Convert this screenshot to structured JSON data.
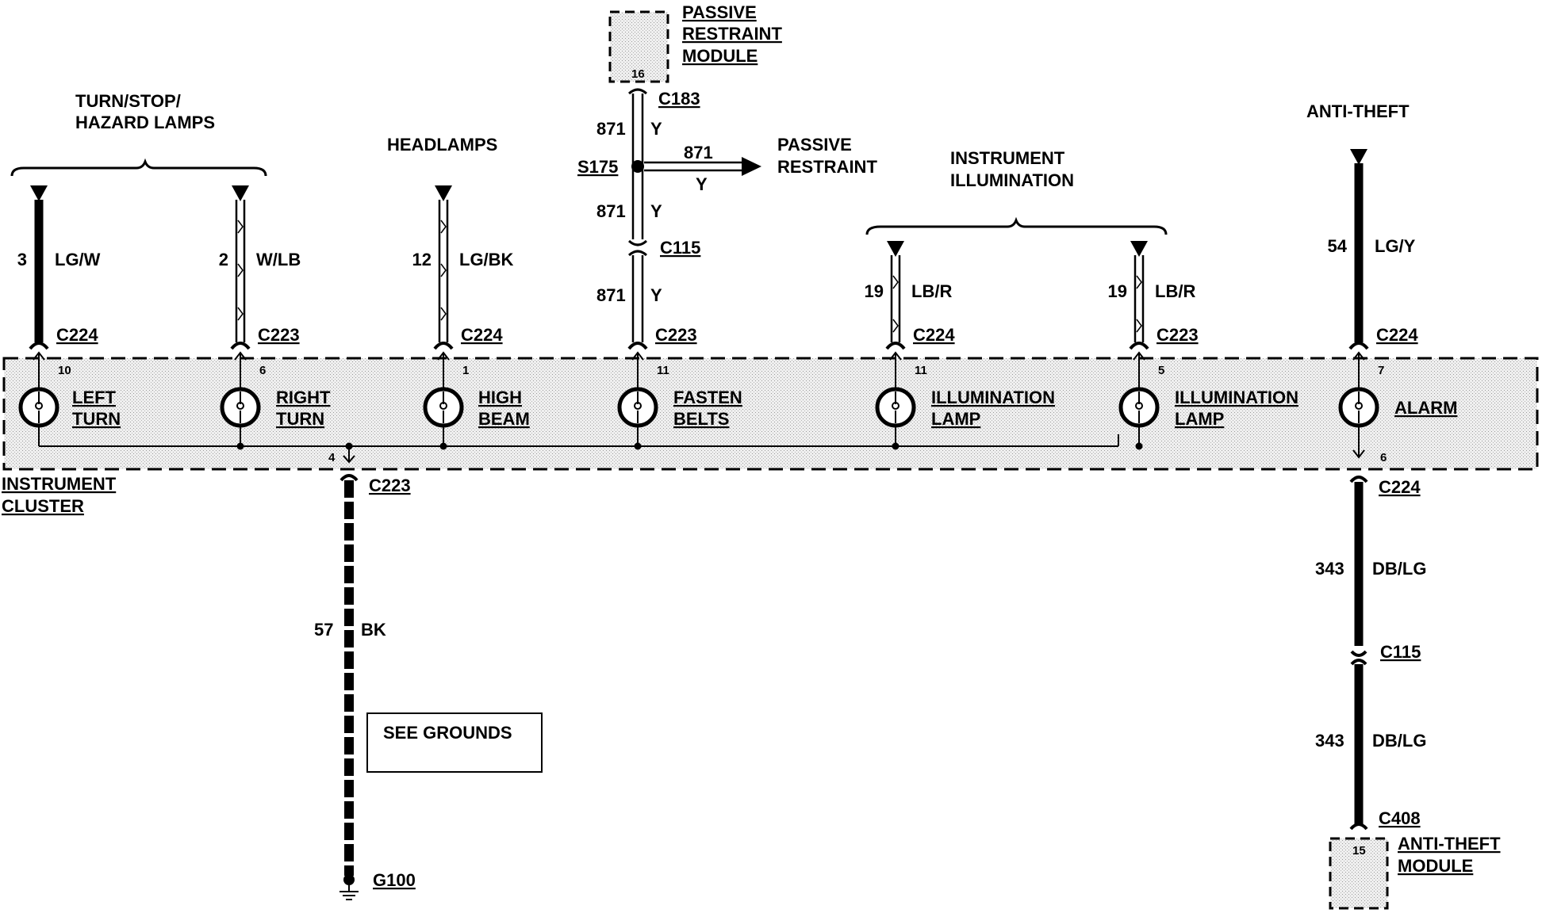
{
  "top_labels": {
    "turn_stop_hazard": [
      "TURN/STOP/",
      "HAZARD LAMPS"
    ],
    "headlamps": "HEADLAMPS",
    "instrument_illumination": [
      "INSTRUMENT",
      "ILLUMINATION"
    ],
    "anti_theft": "ANTI-THEFT",
    "passive_restraint_module": [
      "PASSIVE",
      "RESTRAINT",
      "MODULE"
    ],
    "passive_restraint": [
      "PASSIVE",
      "RESTRAINT"
    ]
  },
  "circuits": [
    {
      "num": "3",
      "color": "LG/W",
      "connector": "C224",
      "pin": "10"
    },
    {
      "num": "2",
      "color": "W/LB",
      "connector": "C223",
      "pin": "6"
    },
    {
      "num": "12",
      "color": "LG/BK",
      "connector": "C224",
      "pin": "1"
    },
    {
      "num": "871",
      "color": "Y",
      "connector": "C223",
      "pin": "11"
    },
    {
      "num": "19",
      "color": "LB/R",
      "connector": "C224",
      "pin": "11"
    },
    {
      "num": "19",
      "color": "LB/R",
      "connector": "C223",
      "pin": "5"
    },
    {
      "num": "54",
      "color": "LG/Y",
      "connector": "C224",
      "pin": "7"
    }
  ],
  "lamps": [
    [
      "LEFT",
      "TURN"
    ],
    [
      "RIGHT",
      "TURN"
    ],
    [
      "HIGH",
      "BEAM"
    ],
    [
      "FASTEN",
      "BELTS"
    ],
    [
      "ILLUMINATION",
      "LAMP"
    ],
    [
      "ILLUMINATION",
      "LAMP"
    ],
    [
      "ALARM"
    ]
  ],
  "passive": {
    "module_pin": "16",
    "c183": "C183",
    "splice": "S175",
    "c115": "C115",
    "wire_num": "871",
    "wire_color": "Y"
  },
  "cluster": [
    "INSTRUMENT",
    "CLUSTER"
  ],
  "ground": {
    "pin": "4",
    "connector": "C223",
    "num": "57",
    "color": "BK",
    "see_grounds": "SEE GROUNDS",
    "ground_id": "G100"
  },
  "anti_theft_out": {
    "pin": "6",
    "connector": "C224",
    "num": "343",
    "color": "DB/LG",
    "c115": "C115",
    "c408": "C408",
    "module_pin": "15",
    "module": [
      "ANTI-THEFT",
      "MODULE"
    ]
  }
}
